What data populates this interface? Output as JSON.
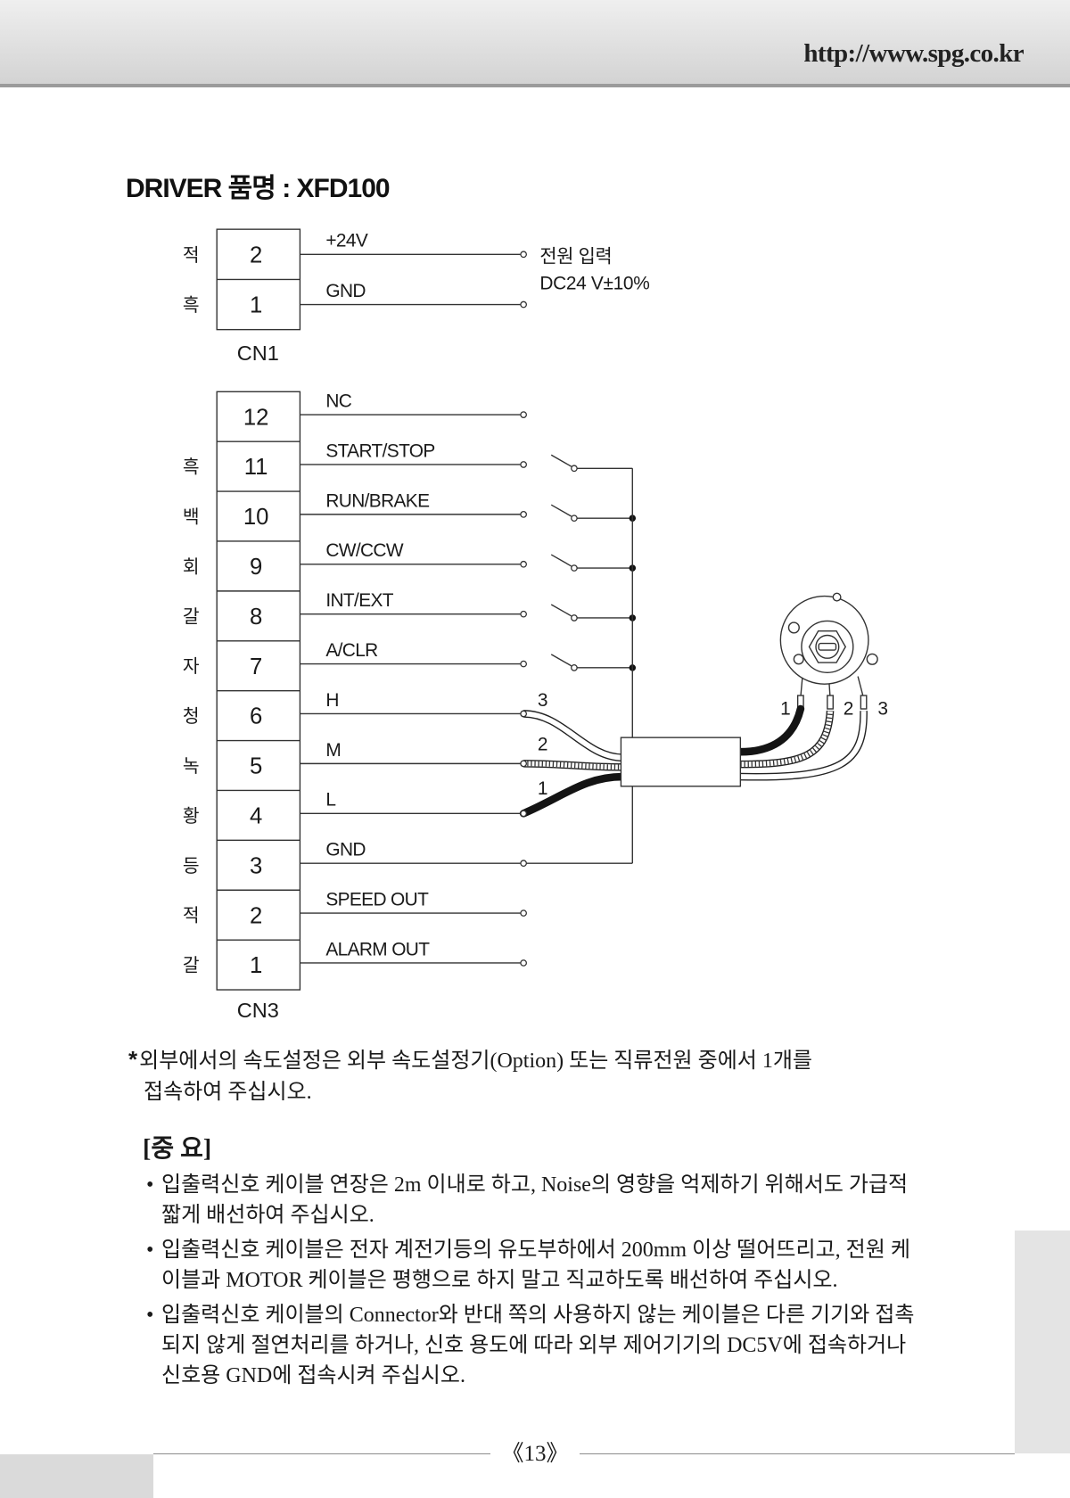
{
  "header": {
    "url": "http://www.spg.co.kr"
  },
  "title": "DRIVER 품명 : XFD100",
  "cn1": {
    "name": "CN1",
    "power_label": "전원 입력",
    "power_spec": "DC24 V±10%",
    "pins": [
      {
        "pin": "2",
        "wire_color": "적",
        "signal": "+24V"
      },
      {
        "pin": "1",
        "wire_color": "흑",
        "signal": "GND"
      }
    ]
  },
  "cn3": {
    "name": "CN3",
    "pins": [
      {
        "pin": "12",
        "signal": "NC"
      },
      {
        "pin": "11",
        "wire_color": "흑",
        "signal": "START/STOP",
        "switch": true
      },
      {
        "pin": "10",
        "wire_color": "백",
        "signal": "RUN/BRAKE",
        "switch": true
      },
      {
        "pin": "9",
        "wire_color": "회",
        "signal": "CW/CCW",
        "switch": true
      },
      {
        "pin": "8",
        "wire_color": "갈",
        "signal": "INT/EXT",
        "switch": true
      },
      {
        "pin": "7",
        "wire_color": "자",
        "signal": "A/CLR",
        "switch": true
      },
      {
        "pin": "6",
        "wire_color": "청",
        "signal": "H",
        "cable_wire": "3"
      },
      {
        "pin": "5",
        "wire_color": "녹",
        "signal": "M",
        "cable_wire": "2"
      },
      {
        "pin": "4",
        "wire_color": "황",
        "signal": "L",
        "cable_wire": "1"
      },
      {
        "pin": "3",
        "wire_color": "등",
        "signal": "GND",
        "common": true
      },
      {
        "pin": "2",
        "wire_color": "적",
        "signal": "SPEED OUT"
      },
      {
        "pin": "1",
        "wire_color": "갈",
        "signal": "ALARM OUT"
      }
    ]
  },
  "potentiometer": {
    "icon": "potentiometer-icon",
    "terminals": [
      "1",
      "2",
      "3"
    ]
  },
  "note": {
    "marker": "*",
    "lines": [
      "외부에서의 속도설정은 외부 속도설정기(Option) 또는 직류전원 중에서 1개를",
      "접속하여 주십시오."
    ]
  },
  "important": {
    "heading": "[중 요]",
    "bullet": "•",
    "items": [
      {
        "lines": [
          "입출력신호 케이블 연장은 2m 이내로 하고, Noise의 영향을 억제하기 위해서도 가급적",
          "짧게 배선하여 주십시오."
        ]
      },
      {
        "lines": [
          "입출력신호 케이블은 전자 계전기등의 유도부하에서 200mm 이상 떨어뜨리고, 전원 케",
          "이블과 MOTOR 케이블은 평행으로 하지 말고 직교하도록 배선하여 주십시오."
        ]
      },
      {
        "lines": [
          "입출력신호 케이블의 Connector와 반대 쪽의 사용하지 않는 케이블은 다른 기기와 접촉",
          "되지 않게 절연처리를 하거나, 신호 용도에 따라 외부 제어기기의 DC5V에 접속하거나",
          "신호용 GND에 접속시켜 주십시오."
        ]
      }
    ]
  },
  "page_number": "《13》"
}
